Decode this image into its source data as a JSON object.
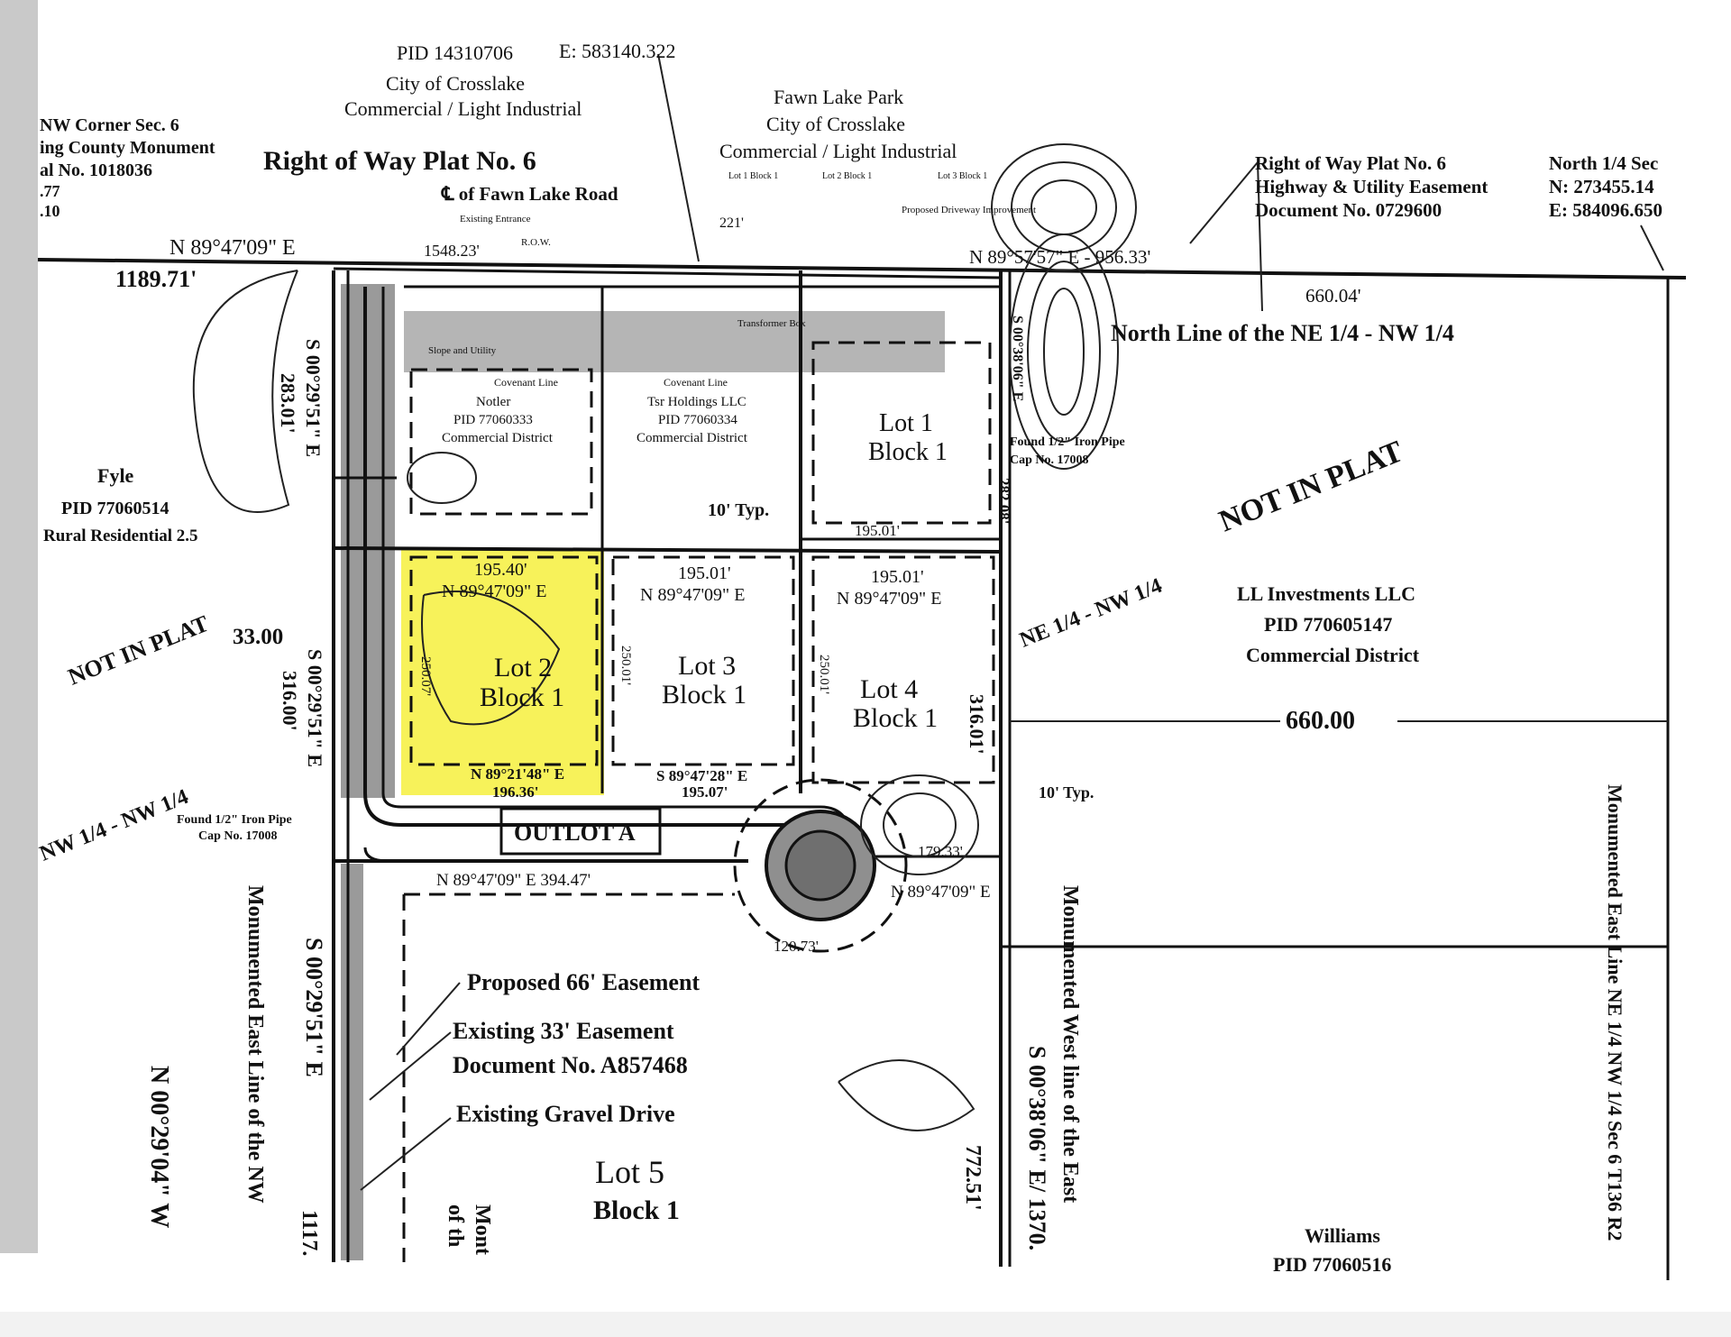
{
  "colors": {
    "highlight": "#f7f25a",
    "paper": "#ffffff",
    "ink": "#111111",
    "grey": "#9a9a9a"
  },
  "header": {
    "pid_top": "PID 14310706",
    "e_top": "E: 583140.322",
    "crosslake_left": "City of Crosslake",
    "crosslake_left_zone": "Commercial / Light Industrial",
    "fawn_park": "Fawn Lake Park",
    "fawn_city": "City of Crosslake",
    "fawn_zone": "Commercial / Light Industrial",
    "nw_corner_1": "NW Corner Sec. 6",
    "nw_corner_2": "ing County Monument",
    "nw_corner_3": "al No. 1018036",
    "nw_corner_4": ".77",
    "nw_corner_5": ".10",
    "row_plat": "Right of Way Plat No. 6",
    "fawn_road": "℄ of Fawn Lake Road",
    "row_plat_right_1": "Right of Way Plat No. 6",
    "row_plat_right_2": "Highway & Utility Easement",
    "row_plat_right_3": "Document No. 0729600",
    "north_quarter_1": "North 1/4 Sec",
    "north_quarter_2": "N: 273455.14",
    "north_quarter_3": "E: 584096.650"
  },
  "north_line": {
    "bearing_left": "N 89°47'09\" E",
    "dist_left": "1189.71'",
    "dist_mid": "1548.23'",
    "dist_221": "221'",
    "bearing_right": "N 89°57'57\" E - 956.33'",
    "dist_660_top": "660.04'",
    "label": "North Line of the NE 1/4 - NW 1/4"
  },
  "parcels": {
    "notler": {
      "name": "Notler",
      "pid": "PID 77060333",
      "zone": "Commercial District"
    },
    "tsr": {
      "name": "Tsr Holdings LLC",
      "pid": "PID 77060334",
      "zone": "Commercial District"
    },
    "lot1": {
      "lot": "Lot 1",
      "block": "Block 1"
    },
    "fyle": {
      "name": "Fyle",
      "pid": "PID 77060514",
      "zone": "Rural Residential 2.5"
    },
    "ll": {
      "name": "LL Investments LLC",
      "pid": "PID 770605147",
      "zone": "Commercial District"
    },
    "lot2": {
      "lot": "Lot 2",
      "block": "Block 1",
      "dim_top": "195.40'",
      "bearing_top": "N 89°47'09\" E",
      "bearing_bottom": "N 89°21'48\" E",
      "dim_bottom": "196.36'",
      "side": "250.07'"
    },
    "lot3": {
      "lot": "Lot 3",
      "block": "Block 1",
      "dim_top": "195.01'",
      "bearing_top": "N 89°47'09\" E",
      "bearing_bottom": "S 89°47'28\" E",
      "dim_bottom": "195.07'",
      "side": "250.01'"
    },
    "lot4": {
      "lot": "Lot 4",
      "block": "Block 1",
      "dim_top": "195.01'",
      "bearing_top": "N 89°47'09\" E",
      "side": "250.01'"
    },
    "lot5": {
      "lot": "Lot 5",
      "block": "Block 1"
    },
    "outlot": {
      "name": "OUTLOT A"
    },
    "williams": {
      "name": "Williams",
      "pid": "PID 77060516"
    }
  },
  "labels": {
    "not_in_plat_right": "NOT IN PLAT",
    "not_in_plat_left": "NOT IN PLAT",
    "ne_nw_right": "NE 1/4  -  NW 1/4",
    "nw_left": "NW 1/4 - NW 1/4",
    "ten_typ_1": "10' Typ.",
    "ten_typ_2": "10' Typ.",
    "dist_33": "33.00",
    "dist_660_mid": "660.00",
    "dist_316": "316.01'",
    "dist_195_01_lot1": "195.01'",
    "dist_283_01": "283.01'",
    "bearing_west_1": "S 00°29'51\" E",
    "bearing_west_2": "S 00°29'51\" E",
    "bearing_west_3": "S 00°29'51\" E",
    "dist_316_00": "316.00'",
    "found_pipe_left_1": "Found 1/2\" Iron Pipe",
    "found_pipe_left_2": "Cap No. 17008",
    "found_pipe_right_1": "Found 1/2\" Iron Pipe",
    "found_pipe_right_2": "Cap No. 17008",
    "cul_bearing": "N 89°47'09\" E 394.47'",
    "cul_right": "N 89°47'09\" E",
    "dist_179": "179.33'",
    "dist_120": "120.73'",
    "bearing_s038": "S 00°38'06\" E/ 1370.",
    "dist_772": "772.51'",
    "dist_282": "282.08'",
    "s_bearing_right": "S 00°38'06\" E",
    "proposed_easement": "Proposed 66' Easement",
    "existing_easement_1": "Existing 33' Easement",
    "existing_easement_2": "Document No. A857468",
    "gravel_drive": "Existing Gravel Drive",
    "mon_east_nw": "Monumented East Line of the NW",
    "mon_west_east": "Monumented West line of the East",
    "mon_east_ne": "Monumented East Line NE 1/4 NW 1/4 Sec 6 T136 R2",
    "n_bearing_far_left": "N 00°29'04\" W",
    "dist_1117": "1117.",
    "mont_of_th_1": "Mont",
    "mont_of_th_2": "of th",
    "covenant_1": "Covenant Line",
    "covenant_2": "Covenant Line",
    "typ_small_1": "Typ.",
    "existing_entrance": "Existing Entrance",
    "row_small": "R.O.W.",
    "proposed_driveway": "Proposed Driveway Improvement",
    "lot_small_1": "Lot 1 Block 1",
    "lot_small_2": "Lot 2 Block 1",
    "lot_small_3": "Lot 3 Block 1",
    "transformer": "Transformer Box",
    "slope_label": "Slope and Utility"
  }
}
